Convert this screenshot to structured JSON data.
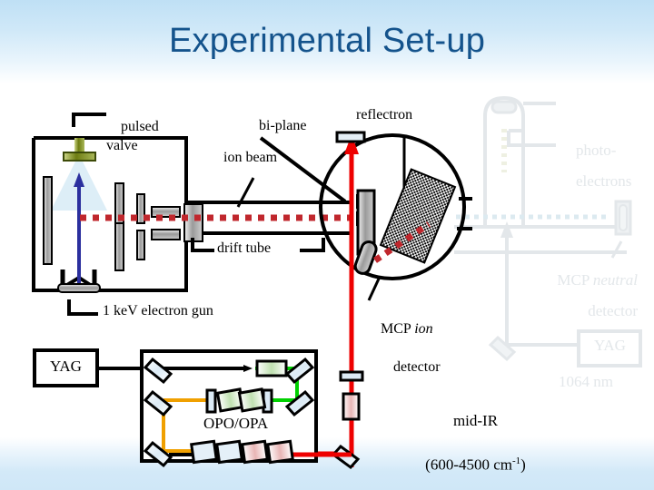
{
  "slide": {
    "title": "Experimental Set-up",
    "title_color": "#14538c",
    "bg_top_color": "#bfe0f5",
    "bg_bottom_color": "#cfe7f7"
  },
  "colors": {
    "ion_beam": "#c0272d",
    "laser_ir": "#ee0000",
    "laser_green": "#00d000",
    "laser_orange": "#f0a000",
    "electron_beam": "#2b2f9e",
    "gas_jet": "#d8ecf5",
    "nozzle": "#8a9a25",
    "electrode": "#a8a8a8",
    "ghost": "#e3e7ea",
    "outline": "#000000"
  },
  "labels": {
    "pulsed_valve": "pulsed\nvalve",
    "bi_plane": "bi-plane",
    "reflectron": "reflectron",
    "ion_beam": "ion beam",
    "drift_tube": "drift tube",
    "electron_gun": "1 keV electron gun",
    "mcp_ion_detector": "MCP ion\ndetector",
    "mcp_ion_detector_line1_pre": "MCP ",
    "mcp_ion_detector_line1_em": "ion",
    "mcp_ion_detector_line2": "detector",
    "yag": "YAG",
    "opo_opa": "OPO/OPA",
    "mid_ir_line1": "mid-IR",
    "mid_ir_line2": "(600-4500 cm",
    "mid_ir_sup": "-1",
    "mid_ir_close": ")"
  },
  "ghost_labels": {
    "photoelectrons_line1": "photo-",
    "photoelectrons_line2": "electrons",
    "mcp_neutral_pre": "MCP ",
    "mcp_neutral_em": "neutral",
    "mcp_neutral_line2": "detector",
    "yag": "YAG",
    "wavelength": "1064 nm"
  },
  "components": {
    "source_chamber": "source-chamber",
    "reflectron_chamber": "reflectron-chamber",
    "opo_box": "opo-opa-box",
    "yag_box": "yag-box"
  }
}
